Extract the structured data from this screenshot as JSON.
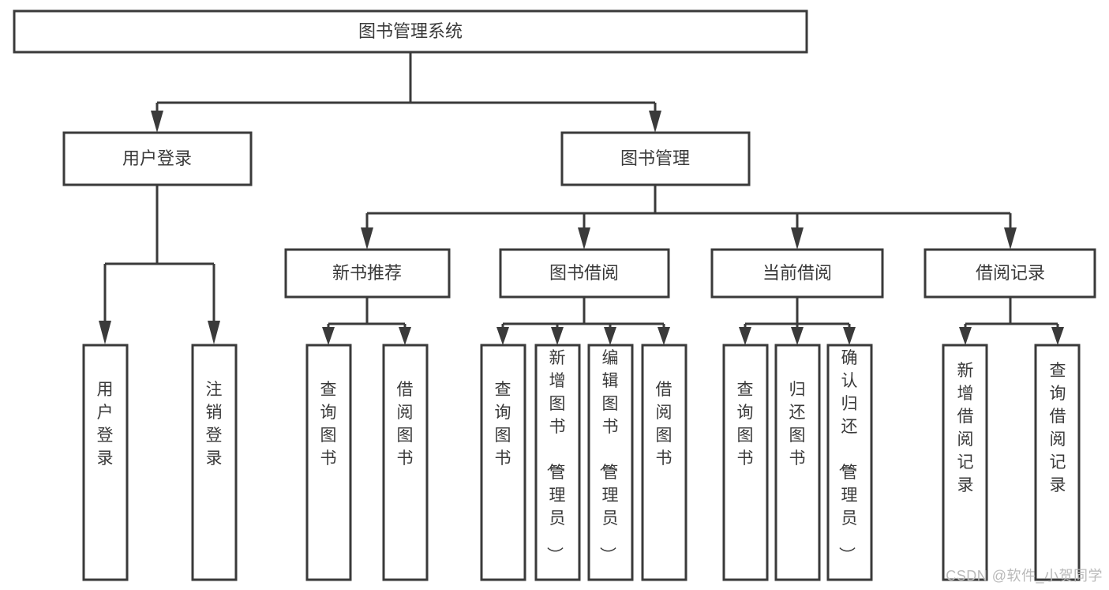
{
  "diagram": {
    "type": "tree-hierarchy-chart",
    "title": "图书管理系统",
    "watermark": "CSDN @软件_小贺同学",
    "colors": {
      "stroke": "#3a3a3a",
      "fill": "#ffffff",
      "background": "#ffffff",
      "watermark": "#b9b9b9"
    },
    "levels": {
      "root": {
        "label": "图书管理系统"
      },
      "level2": [
        {
          "id": "user-login",
          "label": "用户登录"
        },
        {
          "id": "book-management",
          "label": "图书管理"
        }
      ],
      "level3": [
        {
          "id": "new-book-recommend",
          "label": "新书推荐",
          "parent": "book-management"
        },
        {
          "id": "book-borrow",
          "label": "图书借阅",
          "parent": "book-management"
        },
        {
          "id": "current-borrow",
          "label": "当前借阅",
          "parent": "book-management"
        },
        {
          "id": "borrow-record",
          "label": "借阅记录",
          "parent": "book-management"
        }
      ],
      "leaves": [
        {
          "id": "leaf-user-login",
          "label": "用户登录",
          "parent": "user-login"
        },
        {
          "id": "leaf-logout-login",
          "label": "注销登录",
          "parent": "user-login"
        },
        {
          "id": "leaf-query-book-1",
          "label": "查询图书",
          "parent": "new-book-recommend"
        },
        {
          "id": "leaf-borrow-book-1",
          "label": "借阅图书",
          "parent": "new-book-recommend"
        },
        {
          "id": "leaf-query-book-2",
          "label": "查询图书",
          "parent": "book-borrow"
        },
        {
          "id": "leaf-add-book",
          "label": "新增图书（管理员）",
          "parent": "book-borrow"
        },
        {
          "id": "leaf-edit-book",
          "label": "编辑图书（管理员）",
          "parent": "book-borrow"
        },
        {
          "id": "leaf-borrow-book-2",
          "label": "借阅图书",
          "parent": "book-borrow"
        },
        {
          "id": "leaf-query-book-3",
          "label": "查询图书",
          "parent": "current-borrow"
        },
        {
          "id": "leaf-return-book",
          "label": "归还图书",
          "parent": "current-borrow"
        },
        {
          "id": "leaf-confirm-return",
          "label": "确认归还（管理员）",
          "parent": "current-borrow"
        },
        {
          "id": "leaf-add-borrow-record",
          "label": "新增借阅记录",
          "parent": "borrow-record"
        },
        {
          "id": "leaf-query-borrow-record",
          "label": "查询借阅记录",
          "parent": "borrow-record"
        }
      ]
    }
  }
}
